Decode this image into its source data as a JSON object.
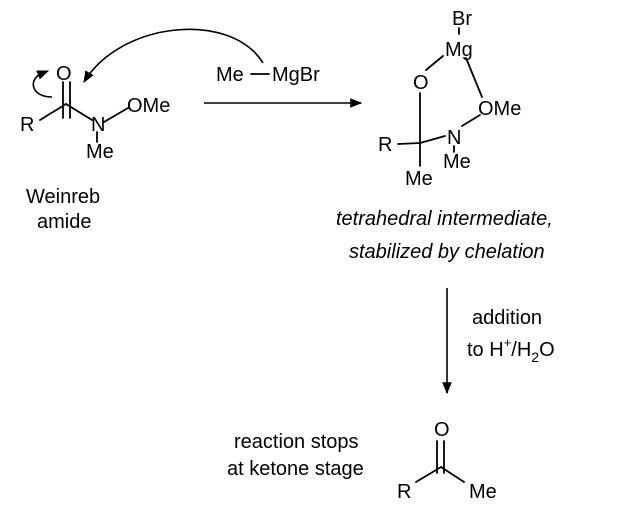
{
  "diagram": {
    "weinreb_amide": {
      "atoms": {
        "oxygen": "O",
        "r_group": "R",
        "nitrogen": "N",
        "methoxy": "OMe",
        "methyl": "Me"
      },
      "caption_line1": "Weinreb",
      "caption_line2": "amide"
    },
    "reagent": {
      "methyl": "Me",
      "grignard_metal": "MgBr"
    },
    "intermediate": {
      "atoms": {
        "bromine": "Br",
        "magnesium": "Mg",
        "oxygen": "O",
        "methoxy": "OMe",
        "r_group": "R",
        "nitrogen": "N",
        "n_methyl": "Me",
        "c_methyl": "Me"
      },
      "caption_line1": "tetrahedral intermediate,",
      "caption_line2": "stabilized by chelation"
    },
    "workup": {
      "line1": "addition",
      "line2_prefix": "to H",
      "line2_sup": "+",
      "line2_mid": "/H",
      "line2_sub": "2",
      "line2_suffix": "O"
    },
    "product": {
      "atoms": {
        "oxygen": "O",
        "r_group": "R",
        "methyl": "Me"
      },
      "caption_line1": "reaction stops",
      "caption_line2": "at ketone stage"
    }
  }
}
